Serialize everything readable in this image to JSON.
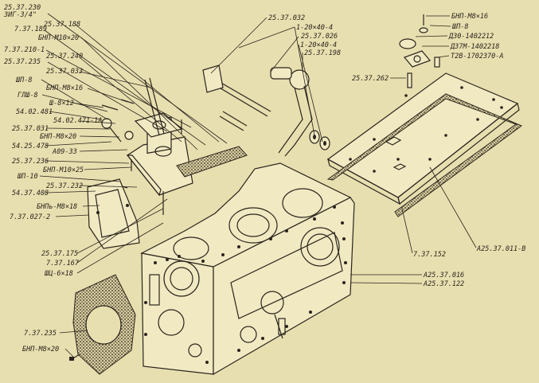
{
  "labels": {
    "l_25_37_230": "25.37.230",
    "l_zig": "ЗИГ-3/4\"",
    "l_25_37_188": "25.37.188",
    "l_7_37_189": "7.37.189",
    "l_bnp_m10x20_a": "БНП-М10×20",
    "l_7_37_210": "7.37.210-1",
    "l_25_37_240": "25.37.240",
    "l_25_37_235": "25.37.235",
    "l_25_37_033": "25.37.033",
    "l_shp8_a": "ШП-8",
    "l_bnp_m8x16": "БНП-М8×16",
    "l_glsh8": "ГЛШ-8",
    "l_sh8x12": "Ш-8×12",
    "l_54_02_481": "54.02.481",
    "l_54_02_471": "54.02.471-1А",
    "l_25_37_031": "25.37.031",
    "l_bnp_m8x20": "БНП-М8×20",
    "l_54_25_478": "54.25.478",
    "l_a09_33": "А09-33",
    "l_25_37_236": "25.37.236",
    "l_bnp_m10x25": "БНП-М10×25",
    "l_shp10": "ШП-10",
    "l_25_37_232": "25.37.232",
    "l_54_37_408": "54.37.408",
    "l_bnp_m8x18": "БНПь-М8×18",
    "l_7_37_027": "7.37.027-2",
    "l_25_37_175": "25.37.175",
    "l_7_37_167": "7.37.167",
    "l_shts6x18": "ШЦ-6×18",
    "l_7_37_235": "7.37.235",
    "l_bnp_m8x20_b": "БНП-М8×20",
    "l_25_37_032": "25.37.032",
    "l_1_20x40x4_a": "1-20×40-4",
    "l_25_37_026": "25.37.026",
    "l_1_20x40x4_b": "1-20×40-4",
    "l_25_37_198": "25.37.198",
    "l_bnp_m8x16_r": "БНП-М8×16",
    "l_shp8_r": "ШП-8",
    "l_d30": "Д30-1402212",
    "l_d37m": "Д37М-1402218",
    "l_t2v": "Т2В-1702370-А",
    "l_25_37_262": "25.37.262",
    "l_7_37_152": "7.37.152",
    "l_a25_37_011": "А25.37.011-В",
    "l_a25_37_016": "А25.37.016",
    "l_a25_37_122": "А25.37.122"
  }
}
